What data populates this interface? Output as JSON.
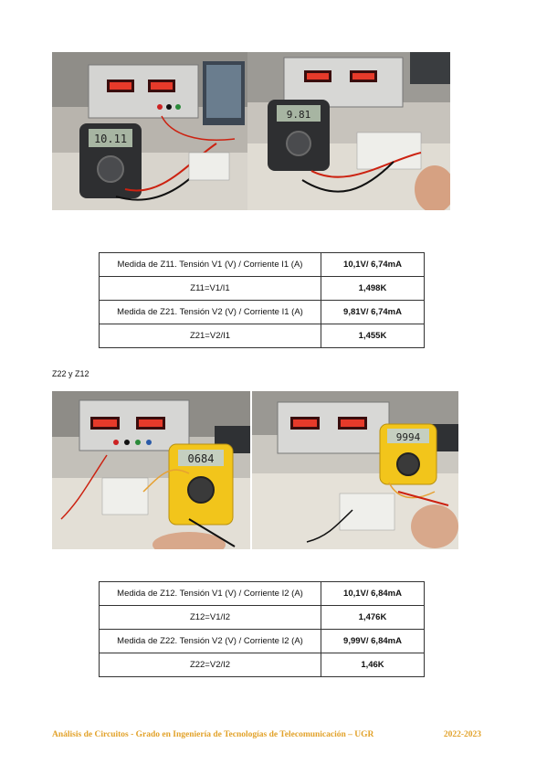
{
  "table1": {
    "rows": [
      {
        "label": "Medida de Z11. Tensión V1 (V) / Corriente I1 (A)",
        "value": "10,1V/ 6,74mA"
      },
      {
        "label": "Z11=V1/I1",
        "value": "1,498K"
      },
      {
        "label": "Medida de Z21. Tensión V2 (V) / Corriente I1 (A)",
        "value": "9,81V/ 6,74mA"
      },
      {
        "label": "Z21=V2/I1",
        "value": "1,455K"
      }
    ]
  },
  "section2": {
    "title": "Z22 y Z12"
  },
  "photos": {
    "p3_display": "0684",
    "p4_display": "9994"
  },
  "table2": {
    "rows": [
      {
        "label": "Medida de Z12. Tensión V1 (V) / Corriente I2 (A)",
        "value": "10,1V/ 6,84mA"
      },
      {
        "label": "Z12=V1/I2",
        "value": "1,476K"
      },
      {
        "label": "Medida de Z22. Tensión V2 (V) / Corriente I2 (A)",
        "value": "9,99V/ 6,84mA"
      },
      {
        "label": "Z22=V2/I2",
        "value": "1,46K"
      }
    ]
  },
  "footer": {
    "text": "Análisis de Circuitos - Grado en Ingeniería de Tecnologías de Telecomunicación – UGR",
    "year": "2022-2023"
  }
}
